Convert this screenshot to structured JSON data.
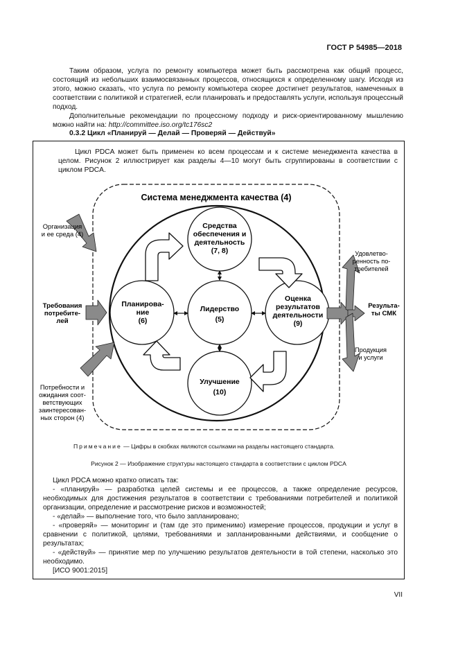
{
  "header": {
    "standard": "ГОСТ Р 54985—2018"
  },
  "intro": {
    "paragraph1": "Таким образом, услуга по ремонту компьютера может быть рассмотрена как общий процесс, состоящий из небольших взаимосвязанных процессов, относящихся к определенному шагу. Исходя из этого, можно сказать, что услуга по ремонту компьютера скорее достигнет результатов, намеченных в соответствии с политикой и стратегией, если планировать и предоставлять услуги, используя процессный подход.",
    "paragraph2_prefix": "Дополнительные рекомендации по процессному подходу и риск-ориентированному мышлению можно найти на: ",
    "paragraph2_link": "http://committee.iso.org/tc176sc2"
  },
  "section": {
    "heading": "0.3.2 Цикл «Планируй — Делай — Проверяй — Действуй»"
  },
  "frame": {
    "intro": "Цикл PDCA может быть применен ко всем процессам и к системе менеджмента качества в целом. Рисунок 2 иллюстрирует как разделы 4—10 могут быть сгруппированы в соответствии с циклом PDCA."
  },
  "diagram": {
    "system_title": "Система менеджмента качества (4)",
    "nodes": {
      "support": [
        "Средства",
        "обеспечения и",
        "деятельность",
        "(7, 8)"
      ],
      "planning": [
        "Планирова-",
        "ние",
        "(6)"
      ],
      "leadership": [
        "Лидерство",
        "(5)"
      ],
      "evaluation": [
        "Оценка",
        "результатов",
        "деятельности",
        "(9)"
      ],
      "improvement": [
        "Улучшение",
        "(10)"
      ]
    },
    "inputs": {
      "organization": [
        "Организация",
        "и ее среда (4)"
      ],
      "requirements": [
        "Требования",
        "потребите-",
        "лей"
      ],
      "needs": [
        "Потребности и",
        "ожидания соот-",
        "ветствующих",
        "заинтересован-",
        "ных сторон (4)"
      ]
    },
    "outputs": {
      "satisfaction": [
        "Удовлетво-",
        "ренность по-",
        "требителей"
      ],
      "results": [
        "Результа-",
        "ты СМК"
      ],
      "products": [
        "Продукция",
        "и услуги"
      ]
    },
    "colors": {
      "gray_arrow": "#8a8a8a",
      "outline": "#111111"
    }
  },
  "note": {
    "label": "Примечание",
    "text": " — Цифры в скобках являются ссылками на разделы настоящего стандарта."
  },
  "caption": "Рисунок 2 — Изображение структуры настоящего стандарта в соответствии с циклом PDCA",
  "pdca": {
    "intro": "Цикл PDCA можно кратко описать так:",
    "items": [
      "- «планируй» — разработка целей системы и ее процессов, а также определение ресурсов, необходимых для достижения результатов в соответствии с требованиями потребителей и политикой организации, определение и рассмотрение рисков и возможностей;",
      "- «делай» — выполнение того, что было запланировано;",
      "- «проверяй» — мониторинг и (там где это применимо) измерение процессов, продукции и услуг в сравнении с политикой, целями, требованиями и запланированными действиями, и сообщение о результатах;",
      "- «действуй» — принятие мер по улучшению результатов деятельности в той степени, насколько это необходимо."
    ],
    "reference": "[ИСО 9001:2015]"
  },
  "footer": {
    "page": "VII"
  }
}
